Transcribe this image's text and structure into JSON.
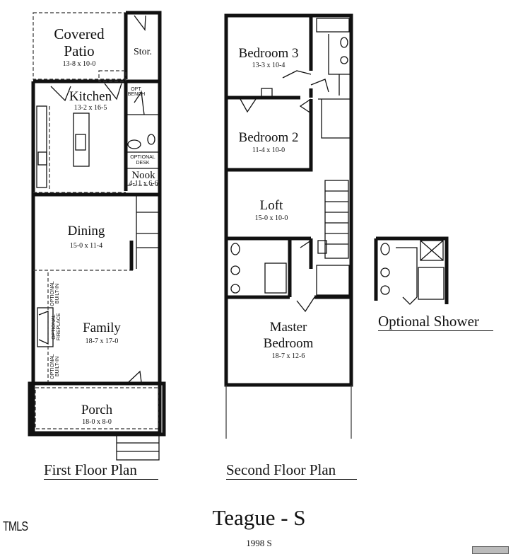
{
  "first_floor": {
    "caption": "First Floor Plan",
    "rooms": {
      "patio": {
        "name_line1": "Covered",
        "name_line2": "Patio",
        "dims": "13-8 x 10-0"
      },
      "storage": {
        "name": "Stor."
      },
      "kitchen": {
        "name": "Kitchen",
        "dims": "13-2 x 16-5"
      },
      "bench": {
        "line1": "OPT.",
        "line2": "BENCH"
      },
      "desk": {
        "line1": "OPTIONAL",
        "line2": "DESK"
      },
      "nook": {
        "name": "Nook",
        "dims": "4-11 x 6-6"
      },
      "dining": {
        "name": "Dining",
        "dims": "15-0 x 11-4"
      },
      "family": {
        "name": "Family",
        "dims": "18-7 x 17-0"
      },
      "builtin_top": {
        "line1": "OPTIONAL",
        "line2": "BUILT-IN"
      },
      "fireplace": {
        "line1": "OPTIONAL",
        "line2": "FIREPLACE"
      },
      "builtin_bottom": {
        "line1": "OPTIONAL",
        "line2": "BUILT-IN"
      },
      "porch": {
        "name": "Porch",
        "dims": "18-0 x 8-0"
      }
    }
  },
  "second_floor": {
    "caption": "Second Floor Plan",
    "rooms": {
      "bedroom3": {
        "name": "Bedroom 3",
        "dims": "13-3 x 10-4"
      },
      "bedroom2": {
        "name": "Bedroom 2",
        "dims": "11-4 x 10-0"
      },
      "loft": {
        "name": "Loft",
        "dims": "15-0 x 10-0"
      },
      "master": {
        "name_line1": "Master",
        "name_line2": "Bedroom",
        "dims": "18-7 x 12-6"
      }
    }
  },
  "optional_shower": {
    "caption": "Optional Shower"
  },
  "footer": {
    "logo_text": "TMLS",
    "title": "Teague - S",
    "subtitle": "1998 S"
  }
}
